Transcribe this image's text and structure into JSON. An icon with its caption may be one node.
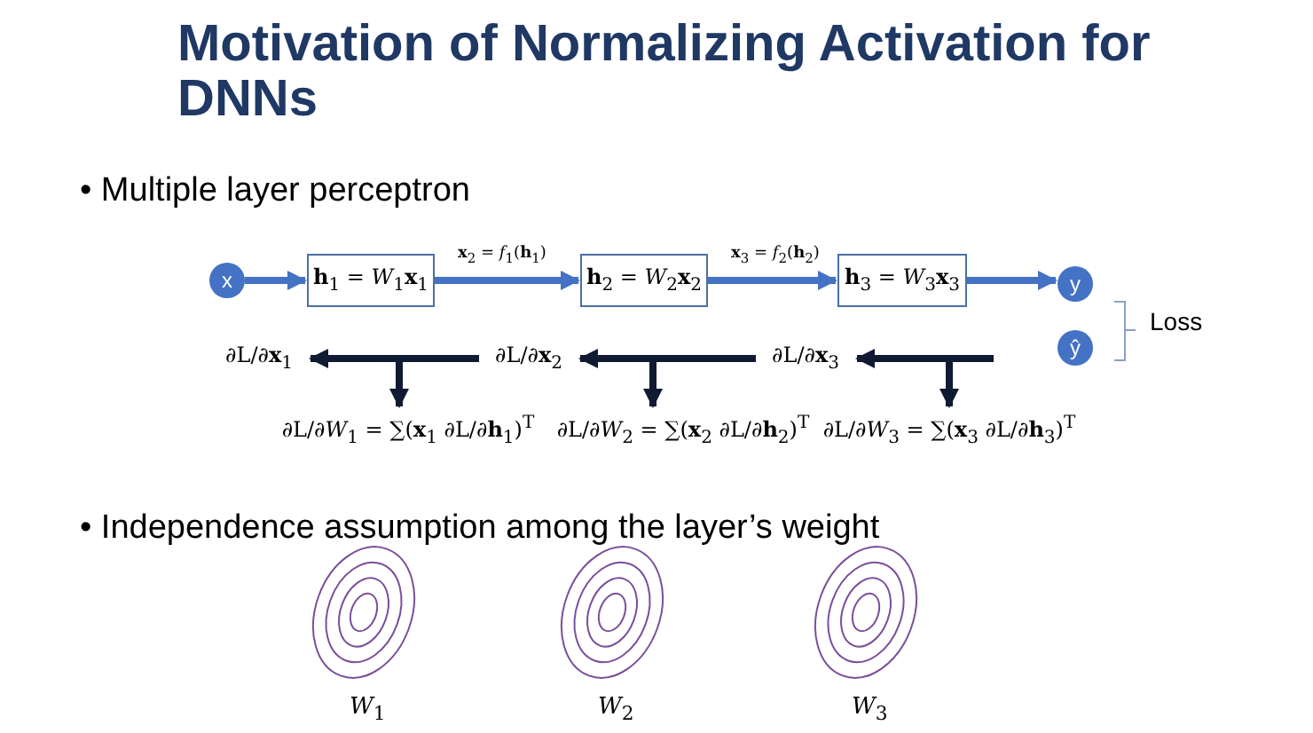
{
  "diagram": {
    "title": "Motivation of Normalizing Activation for DNNs",
    "nodes": [
      {
        "text": [
          "x"
        ]
      },
      {
        "text": [
          "**h**$_{1}$ = *W*$_{1}$**x**$_{1}$"
        ]
      },
      {
        "text": [
          "**h**$_{2}$ = *W*$_{2}$**x**$_{2}$"
        ]
      },
      {
        "text": [
          "**h**$_{3}$ = *W*$_{3}$**x**$_{3}$"
        ]
      },
      {
        "text": [
          "y"
        ]
      },
      {
        "text": [
          "ŷ"
        ]
      },
      {
        "text": [
          "∂L/∂**x**$_{1}$"
        ]
      },
      {
        "text": [
          "∂L/∂**x**$_{2}$"
        ]
      },
      {
        "text": [
          "∂L/∂**x**$_{3}$"
        ]
      },
      {
        "text": [
          "∂L/∂*W*$_{1}$ = ∑(**x**$_{1}$ ∂L/∂**h**$_{1}$)$^{T}$"
        ]
      },
      {
        "text": [
          "∂L/∂*W*$_{2}$ = ∑(**x**$_{2}$ ∂L/∂**h**$_{2}$)$^{T}$"
        ]
      },
      {
        "text": [
          "∂L/∂*W*$_{3}$ = ∑(**x**$_{3}$ ∂L/∂**h**$_{3}$)$^{T}$"
        ]
      }
    ],
    "edges": [
      {
        "from": 0,
        "to": 1,
        "arrow": "to",
        "color": "#4472c4"
      },
      {
        "from": 1,
        "to": 2,
        "arrow": "to",
        "label": "**x**$_{2}$ = *f*$_{1}$(**h**$_{1}$)",
        "color": "#4472c4"
      },
      {
        "from": 2,
        "to": 3,
        "arrow": "to",
        "label": "**x**$_{3}$ = *f*$_{2}$(**h**$_{2}$)",
        "color": "#4472c4"
      },
      {
        "from": 3,
        "to": 4,
        "arrow": "to",
        "color": "#4472c4"
      },
      {
        "from": null,
        "to": 8,
        "arrow": "to"
      },
      {
        "from": null,
        "to": 11,
        "arrow": "to"
      },
      {
        "from": 8,
        "to": 7,
        "arrow": "to"
      },
      {
        "from": 8,
        "to": 10,
        "arrow": "to"
      },
      {
        "from": 7,
        "to": 6,
        "arrow": "to"
      },
      {
        "from": 7,
        "to": 9,
        "arrow": "to"
      }
    ],
    "labels": [
      "• Multiple layer perceptron",
      "Loss",
      "• Independence assumption among the layer’s weight",
      "*W*$_{1}$",
      "*W*$_{2}$",
      "*W*$_{3}$"
    ]
  }
}
